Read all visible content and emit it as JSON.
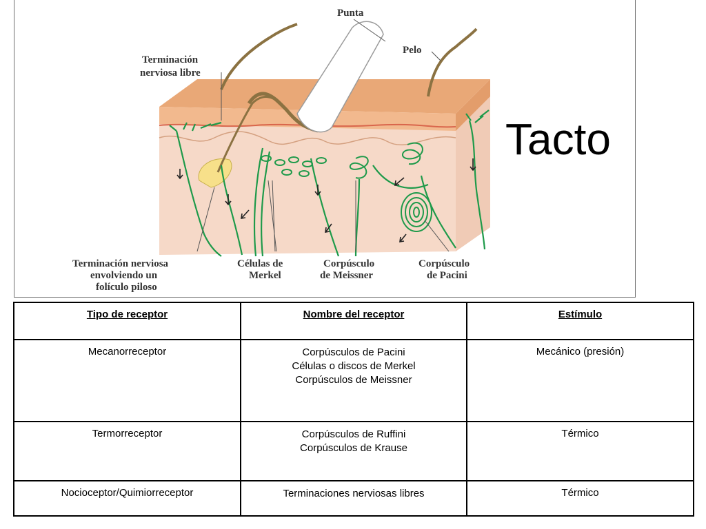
{
  "slide": {
    "title": "Tacto"
  },
  "figure": {
    "labels": {
      "punta": "Punta",
      "pelo": "Pelo",
      "libre_1": "Terminación",
      "libre_2": "nerviosa libre",
      "foliculo_1": "Terminación nerviosa",
      "foliculo_2": "envolviendo un",
      "foliculo_3": "folículo piloso",
      "merkel_1": "Células de",
      "merkel_2": "Merkel",
      "meissner_1": "Corpúsculo",
      "meissner_2": "de Meissner",
      "pacini_1": "Corpúsculo",
      "pacini_2": "de Pacini"
    },
    "colors": {
      "epidermis": "#e9a877",
      "dermis": "#f6d9c8",
      "nerves": "#1e9a4a",
      "probe": "#ffffff",
      "hair": "#8b7242"
    }
  },
  "table": {
    "headers": [
      "Tipo de receptor",
      "Nombre del receptor",
      "Estímulo"
    ],
    "rows": [
      {
        "tipo": "Mecanorreceptor",
        "nombre": [
          "Corpúsculos de Pacini",
          "Células o discos de Merkel",
          "Corpúsculos de Meissner"
        ],
        "estimulo": "Mecánico (presión)"
      },
      {
        "tipo": "Termorreceptor",
        "nombre": [
          "Corpúsculos de Ruffini",
          "Corpúsculos de Krause"
        ],
        "estimulo": "Térmico"
      },
      {
        "tipo": "Nocioceptor/Quimiorreceptor",
        "nombre": [
          "Terminaciones nerviosas libres"
        ],
        "estimulo": "Térmico"
      }
    ]
  }
}
